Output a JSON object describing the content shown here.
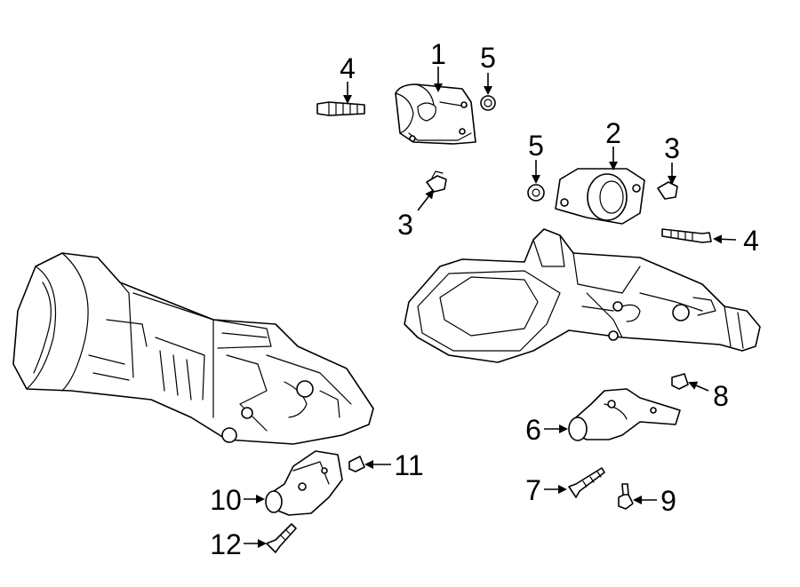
{
  "diagram": {
    "callouts": [
      {
        "label": "1"
      },
      {
        "label": "2"
      },
      {
        "label": "3"
      },
      {
        "label": "3"
      },
      {
        "label": "4"
      },
      {
        "label": "4"
      },
      {
        "label": "5"
      },
      {
        "label": "5"
      },
      {
        "label": "6"
      },
      {
        "label": "7"
      },
      {
        "label": "8"
      },
      {
        "label": "9"
      },
      {
        "label": "10"
      },
      {
        "label": "11"
      },
      {
        "label": "12"
      }
    ]
  }
}
